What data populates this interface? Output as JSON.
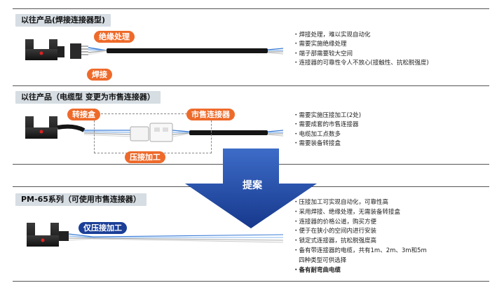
{
  "sections": [
    {
      "header": "以往产品(焊接连接器型)",
      "callouts": [
        "绝缘处理",
        "焊接"
      ],
      "bullets": [
        "・焊接处理，难以实现自动化",
        "・需要实施绝缘处理",
        "・端子部需要较大空间",
        "・连接器的可靠性令人不放心(接触性、抗松脱强度)"
      ]
    },
    {
      "header": "以往产品（电缆型 变更为市售连接器）",
      "callouts": [
        "转接盒",
        "市售连接器",
        "压接加工"
      ],
      "bullets": [
        "・需要实施压接加工(2处)",
        "・需要成套的市售连接器",
        "・电缆加工点数多",
        "・需要装备转接盒"
      ]
    },
    {
      "header": "PM-65系列（可使用市售连接器）",
      "callouts": [
        "仅压接加工"
      ],
      "bullets": [
        "・压接加工可实现自动化，可靠性高",
        "・采用焊接、绝缘处理，无需装备转接盒",
        "・连接器的价格公道，购买方便",
        "・便于在狭小的空间内进行安装",
        "・锁定式连接器，抗松脱强度高",
        "・备有带连接器的电缆，共有1m、2m、3m和5m",
        "   四种类型可供选择",
        "・备有耐弯曲电缆"
      ]
    }
  ],
  "arrow_label": "提案",
  "colors": {
    "header_bg": "#d6dde3",
    "callout_orange": "#ee6a2a",
    "callout_blue": "#1b3f97",
    "arrow_blue": "#1e4aa8"
  }
}
